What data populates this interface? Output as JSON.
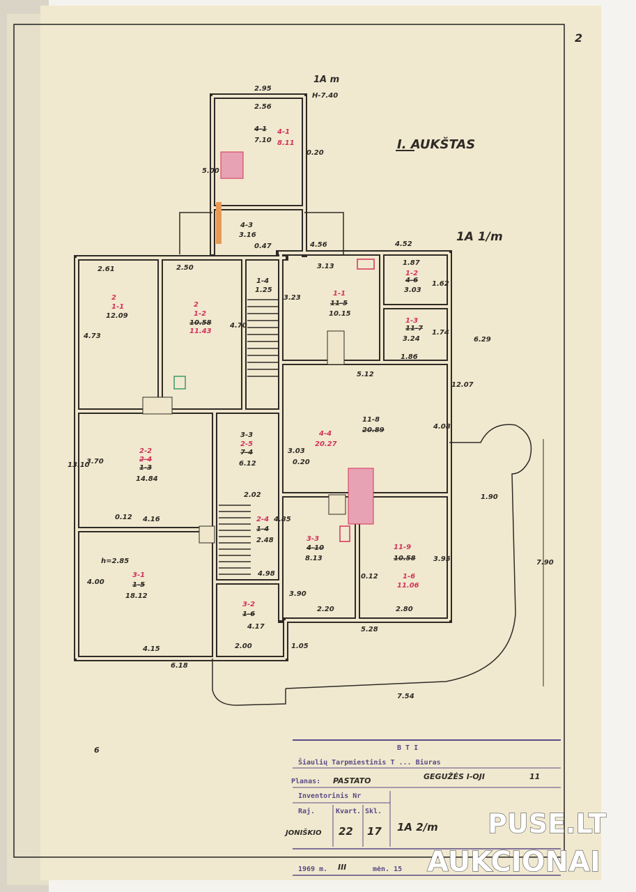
{
  "sheet": {
    "title": "I. AUKŠTAS",
    "page_mark": "2",
    "annex_label": "1A m",
    "annex_height": "H-7.40",
    "main_label": "1A 1/m",
    "side_note": "6"
  },
  "rooms": [
    {
      "id": "4-1",
      "old": "4-1",
      "area_old": "7.10",
      "new": "4-1",
      "area": "8.11"
    },
    {
      "id": "4-3",
      "code": "4-3",
      "area": "3.16"
    },
    {
      "id": "1-4",
      "code": "1-4",
      "area": "1.25"
    },
    {
      "id": "1-1",
      "floor": "2",
      "code": "1-1",
      "area": "12.09"
    },
    {
      "id": "1-2",
      "floor": "2",
      "code": "1-2",
      "area_old": "10.58",
      "area": "11.43"
    },
    {
      "id": "11-5",
      "code": "1-1",
      "old": "11-5",
      "area": "10.15"
    },
    {
      "id": "4-6",
      "code": "1-2",
      "old": "4-6",
      "area": "3.03"
    },
    {
      "id": "11-7",
      "code": "1-3",
      "old": "11-7",
      "area": "3.24"
    },
    {
      "id": "11-8",
      "code": "4-4",
      "old": "11-8",
      "area_old": "20.89",
      "area": "20.27"
    },
    {
      "id": "2-2",
      "code": "2-2",
      "old": "2-4",
      "sub": "1-3",
      "area": "14.84"
    },
    {
      "id": "3-3a",
      "code": "3-3",
      "sub": "2-5",
      "old": "7-4",
      "area": "6.12"
    },
    {
      "id": "2-4",
      "code": "2-4",
      "old": "1-4",
      "area": "2.48"
    },
    {
      "id": "3-1",
      "height": "h=2.85",
      "code": "3-1",
      "old": "1-5",
      "area": "18.12"
    },
    {
      "id": "3-2",
      "code": "3-2",
      "old": "1-6"
    },
    {
      "id": "4-10",
      "code": "3-3",
      "old": "4-10",
      "area": "8.13"
    },
    {
      "id": "11-9",
      "old": "11-9",
      "area_old": "10.58",
      "code": "1-6",
      "area": "11.06"
    }
  ],
  "dimensions": [
    "2.95",
    "2.56",
    "0.20",
    "5.00",
    "0.47",
    "4.56",
    "4.52",
    "2.61",
    "2.50",
    "3.13",
    "1.87",
    "1.62",
    "4.73",
    "4.70",
    "3.23",
    "1.74",
    "1.86",
    "5.12",
    "12.07",
    "6.29",
    "3.70",
    "13.10",
    "3.03",
    "0.20",
    "4.08",
    "2.02",
    "0.12",
    "4.16",
    "4.85",
    "1.90",
    "7.90",
    "4.00",
    "4.98",
    "3.90",
    "0.12",
    "3.95",
    "4.17",
    "2.20",
    "2.80",
    "5.28",
    "4.15",
    "2.00",
    "1.05",
    "6.18",
    "7.54"
  ],
  "title_block": {
    "header": "B T I",
    "bureau": "Šiaulių Tarpmiestinis T ... Biuras",
    "plan_label": "Planas:",
    "plan_value": "PASTATO",
    "street": "GEGUŽĖS I-OJI",
    "number": "11",
    "inventory_label": "Inventorinis Nr",
    "col_district": "Raj.",
    "col_quarter": "Kvart.",
    "col_lot": "Skl.",
    "district": "JONIŠKIO",
    "quarter": "22",
    "lot": "17",
    "code": "1A 2/m",
    "year": "1969 m.",
    "month": "III",
    "day_label": "mėn. 15"
  },
  "watermark": {
    "line1": "PUSE.LT",
    "line2": "AUKCIONAI"
  },
  "colors": {
    "paper": "#f1e9cf",
    "ink": "#2e2a26",
    "red": "#d2325a",
    "stamp": "#5a4a86"
  }
}
